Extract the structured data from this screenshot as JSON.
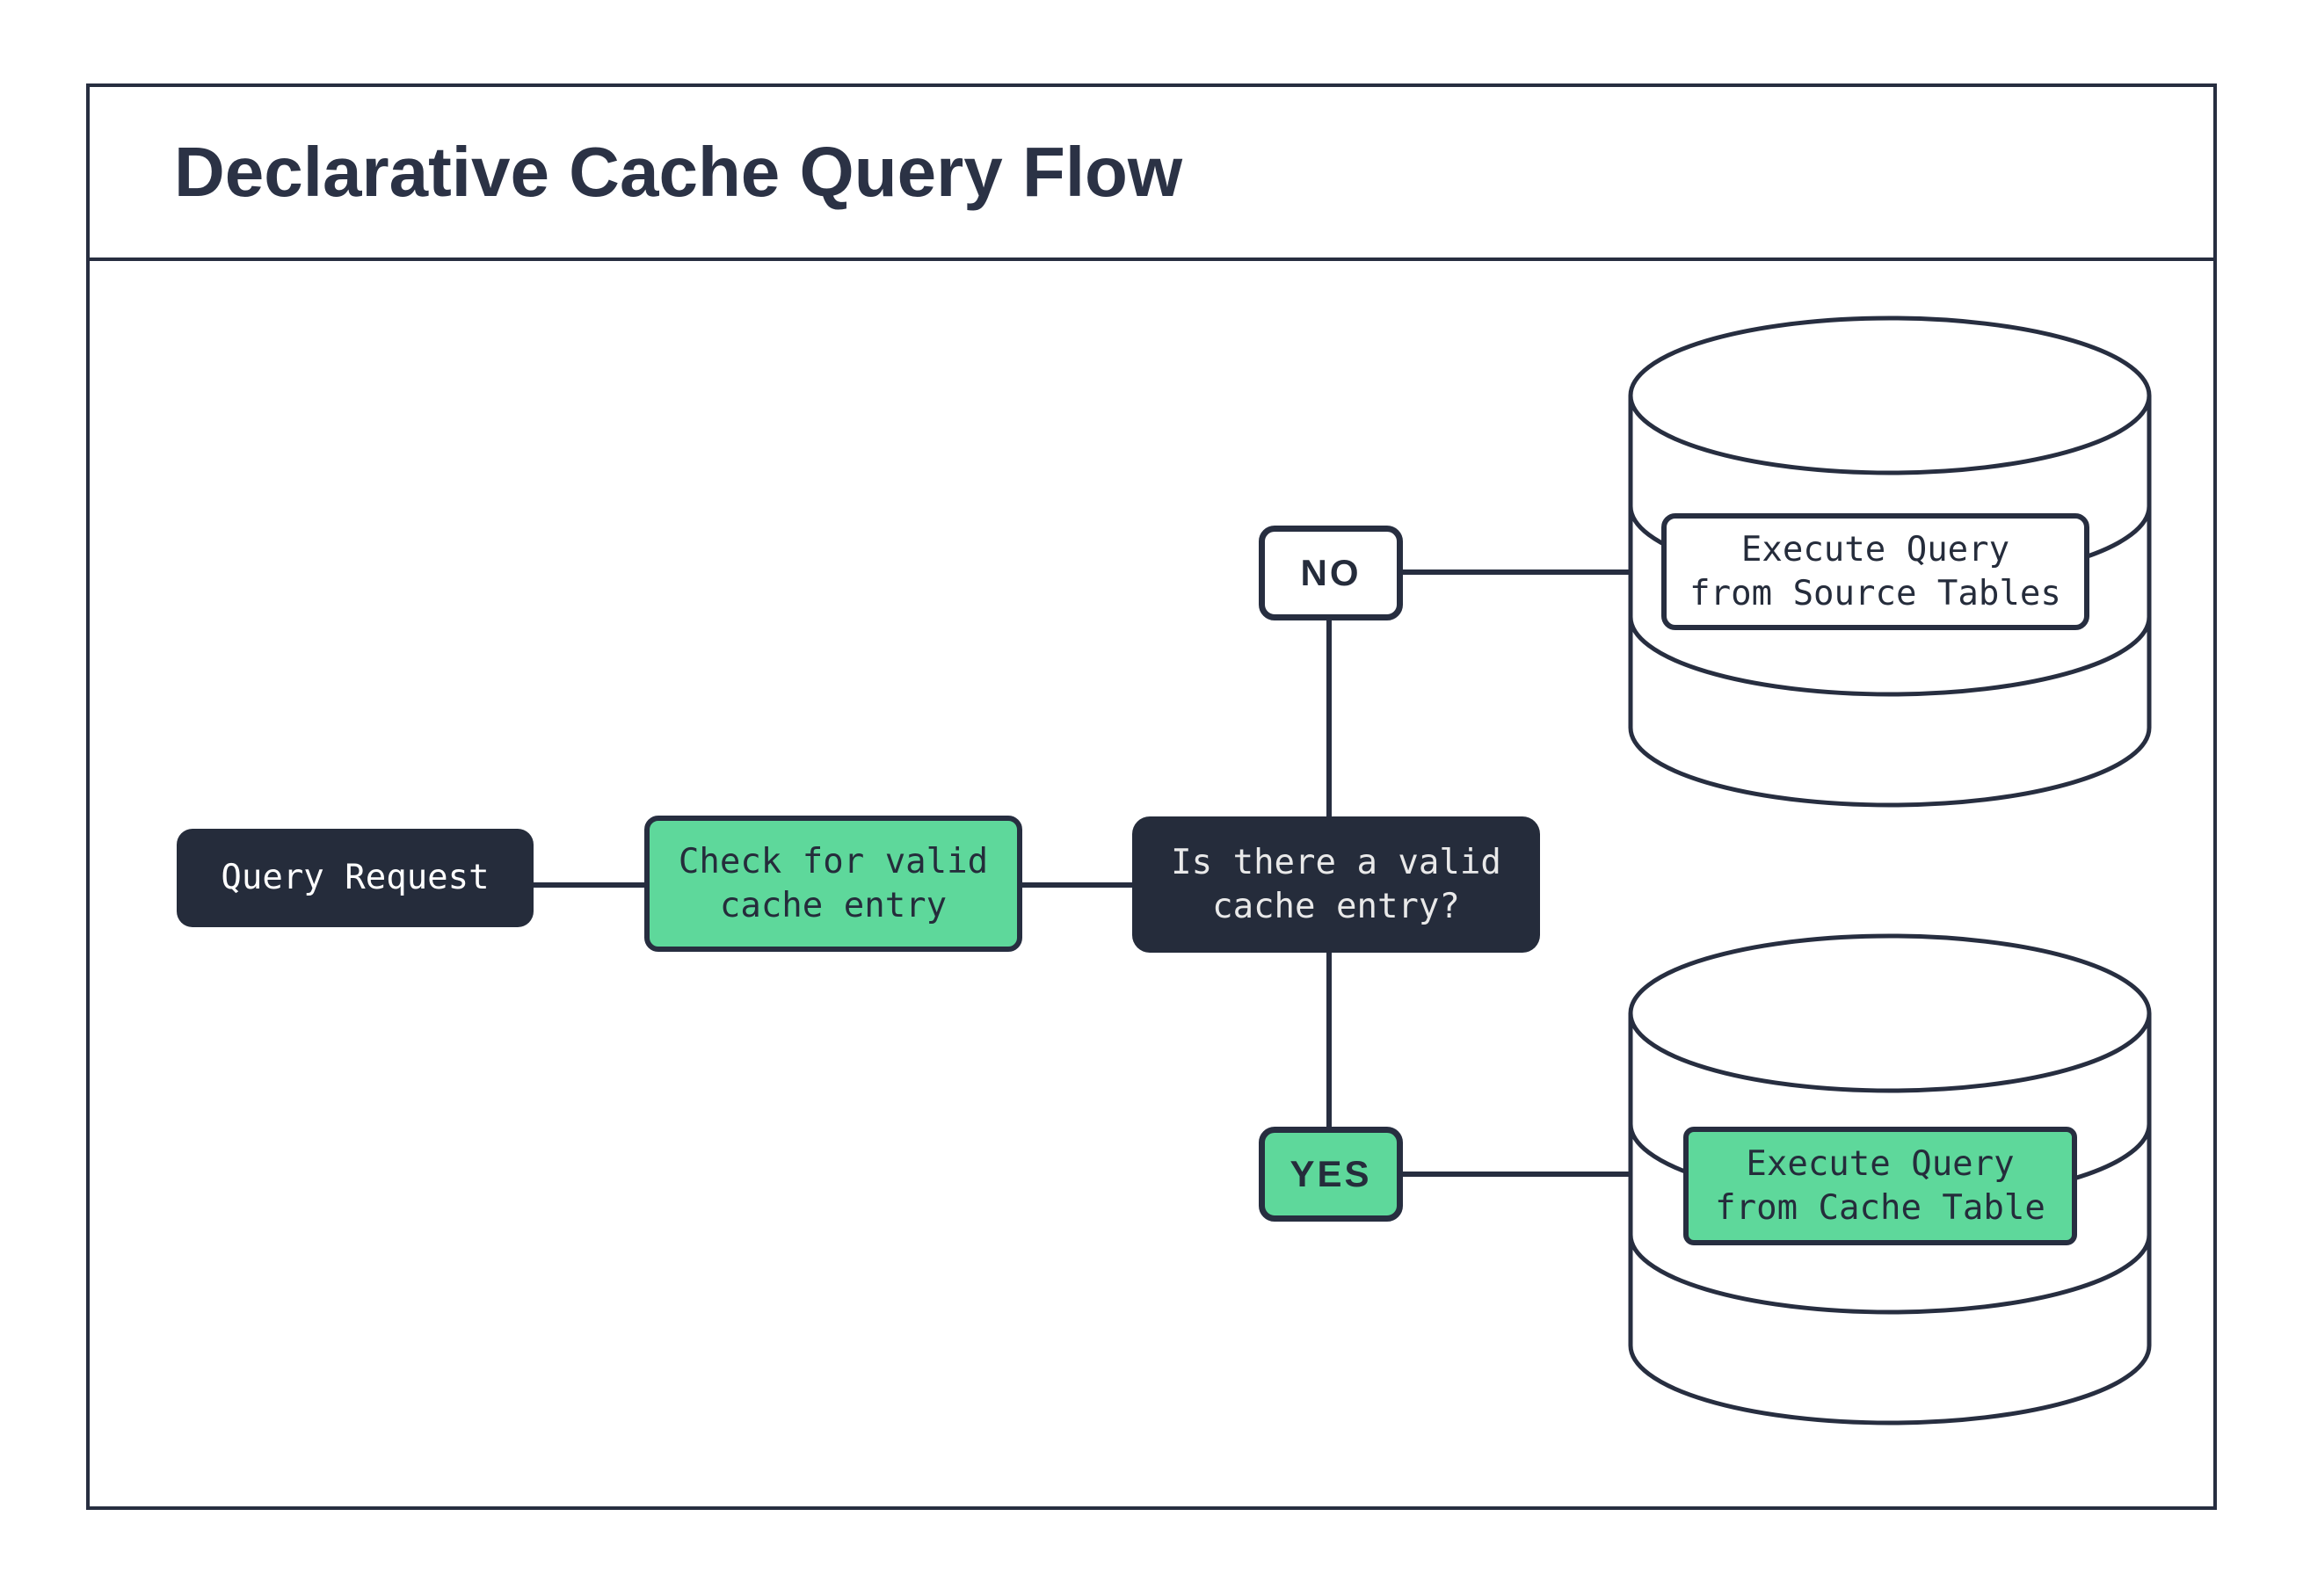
{
  "title": "Declarative Cache Query Flow",
  "colors": {
    "ink": "#272e40",
    "node_dark": "#252c3b",
    "node_green": "#5ed89b",
    "surface": "#ffffff",
    "text_on_dark": "#e9e9e9",
    "text_on_light": "#252c3b"
  },
  "nodes": {
    "query_request": {
      "label": "Query Request",
      "lines": [
        "Query Request"
      ]
    },
    "check_cache": {
      "label": "Check for valid cache entry",
      "lines": [
        "Check for valid",
        "cache entry"
      ]
    },
    "decision": {
      "label": "Is there a valid cache entry?",
      "lines": [
        "Is there a valid",
        "cache entry?"
      ]
    },
    "source_db": {
      "label": "Execute Query from Source Tables",
      "lines": [
        "Execute Query",
        "from Source Tables"
      ]
    },
    "cache_db": {
      "label": "Execute Query from Cache Table",
      "lines": [
        "Execute Query",
        "from Cache Table"
      ]
    }
  },
  "edges": {
    "no": "NO",
    "yes": "YES"
  }
}
